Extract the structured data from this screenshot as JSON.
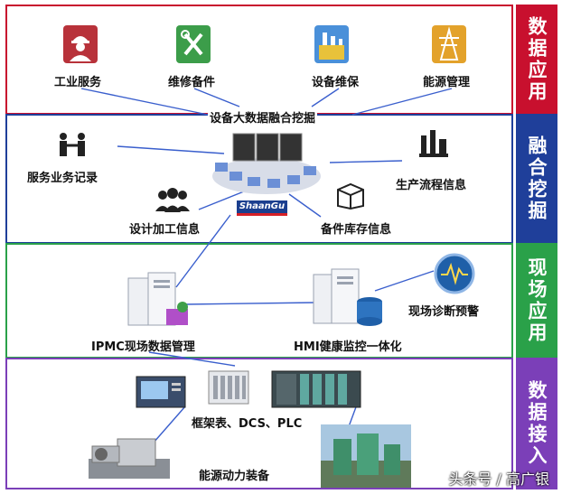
{
  "layers": [
    {
      "tab": "数据应用",
      "color": "#c8102e"
    },
    {
      "tab": "融合挖掘",
      "color": "#1f3f9a"
    },
    {
      "tab": "现场应用",
      "color": "#2aa149"
    },
    {
      "tab": "数据接入",
      "color": "#7b3fb8"
    }
  ],
  "apps": {
    "industrial_service": "工业服务",
    "maintenance_parts": "维修备件",
    "equipment_maintenance": "设备维保",
    "energy_management": "能源管理",
    "big_data_mining": "设备大数据融合挖掘"
  },
  "mining": {
    "service_records": "服务业务记录",
    "production_flow": "生产流程信息",
    "design_processing": "设计加工信息",
    "spare_inventory": "备件库存信息",
    "logo_text": "ShaanGu"
  },
  "field": {
    "ipmc": "IPMC现场数据管理",
    "hmi": "HMI健康监控一体化",
    "diagnosis": "现场诊断预警"
  },
  "access": {
    "instruments": "框架表、DCS、PLC",
    "power_equipment": "能源动力装备"
  },
  "watermark": "头条号 / 高广银"
}
